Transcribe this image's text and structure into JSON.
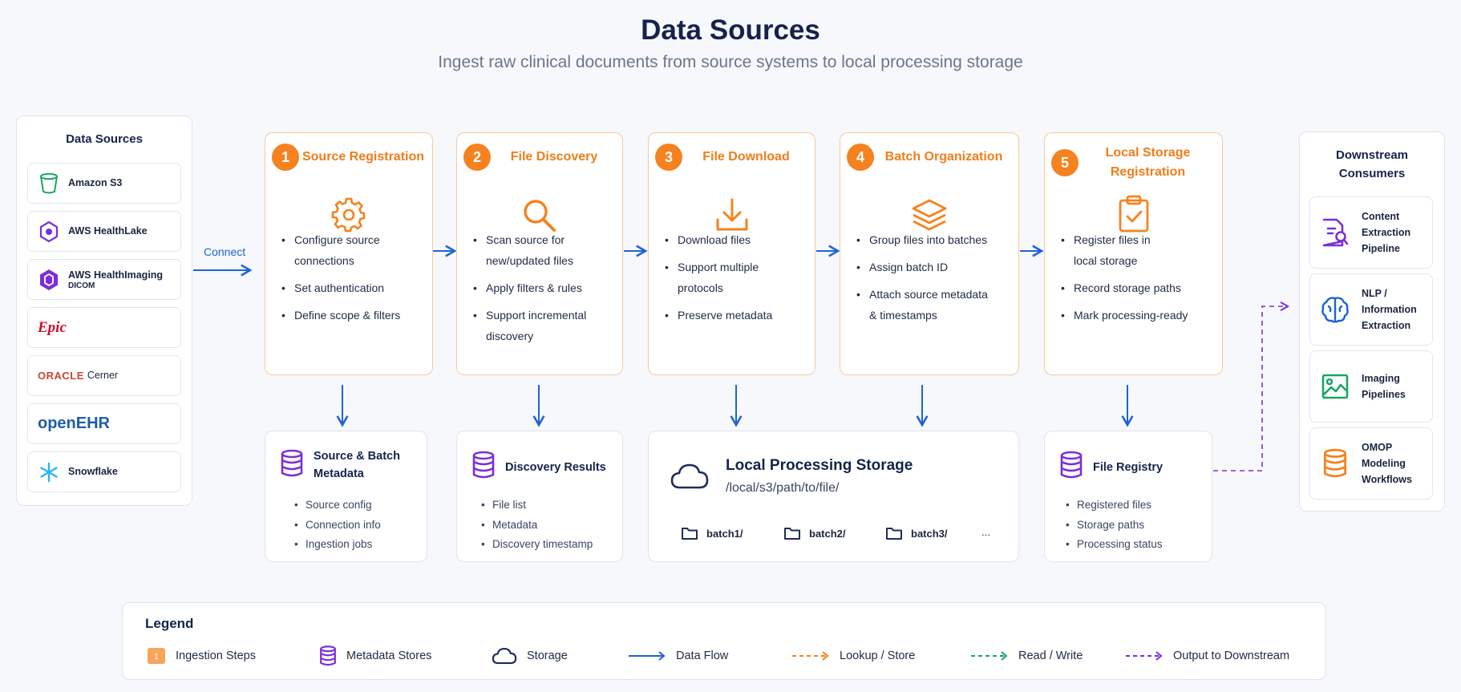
{
  "header": {
    "title": "Data Sources",
    "subtitle": "Ingest raw clinical documents from source systems to local processing storage"
  },
  "sources": {
    "title": "Data Sources",
    "items": [
      {
        "label": "Amazon S3",
        "icon": "bucket-icon"
      },
      {
        "label": "AWS HealthLake",
        "icon": "healthlake-icon"
      },
      {
        "label": "AWS HealthImaging",
        "sub": "DICOM",
        "icon": "healthimaging-icon"
      },
      {
        "label": "Epic",
        "icon": "epic-logo"
      },
      {
        "label": "ORACLE",
        "label2": "Cerner",
        "icon": "oracle-cerner-logo"
      },
      {
        "label": "openEHR",
        "icon": "openehr-logo"
      },
      {
        "label": "Snowflake",
        "icon": "snowflake-icon"
      }
    ]
  },
  "connect_label": "Connect",
  "steps": [
    {
      "num": "1",
      "title": "Source Registration",
      "icon": "gear-icon",
      "bullets": [
        "Configure source connections",
        "Set authentication",
        "Define scope & filters"
      ]
    },
    {
      "num": "2",
      "title": "File Discovery",
      "icon": "search-icon",
      "bullets": [
        "Scan source for new/updated files",
        "Apply filters & rules",
        "Support incremental discovery"
      ]
    },
    {
      "num": "3",
      "title": "File Download",
      "icon": "download-icon",
      "bullets": [
        "Download files",
        "Support multiple protocols",
        "Preserve metadata"
      ]
    },
    {
      "num": "4",
      "title": "Batch Organization",
      "icon": "layers-icon",
      "bullets": [
        "Group files into batches",
        "Assign batch ID",
        "Attach source metadata & timestamps"
      ]
    },
    {
      "num": "5",
      "title": "Local Storage Registration",
      "icon": "clipboard-check-icon",
      "bullets": [
        "Register files in local storage",
        "Record storage paths",
        "Mark processing-ready"
      ]
    }
  ],
  "stores": {
    "source_batch": {
      "title": "Source & Batch Metadata",
      "items": [
        "Source config",
        "Connection info",
        "Ingestion jobs"
      ]
    },
    "discovery": {
      "title": "Discovery Results",
      "items": [
        "File list",
        "Metadata",
        "Discovery timestamp"
      ]
    },
    "local_storage": {
      "title": "Local Processing Storage",
      "path": "/local/s3/path/to/file/",
      "folders": [
        "batch1/",
        "batch2/",
        "batch3/",
        "..."
      ]
    },
    "registry": {
      "title": "File Registry",
      "items": [
        "Registered files",
        "Storage paths",
        "Processing status"
      ]
    }
  },
  "downstream": {
    "title": "Downstream Consumers",
    "items": [
      {
        "label": "Content Extraction Pipeline",
        "icon": "document-search-icon"
      },
      {
        "label": "NLP / Information Extraction",
        "icon": "brain-icon"
      },
      {
        "label": "Imaging Pipelines",
        "icon": "image-icon"
      },
      {
        "label": "OMOP Modeling Workflows",
        "icon": "database-icon"
      }
    ]
  },
  "legend": {
    "title": "Legend",
    "items": [
      {
        "label": "Ingestion Steps",
        "icon": "step-square"
      },
      {
        "label": "Metadata Stores",
        "icon": "database-icon"
      },
      {
        "label": "Storage",
        "icon": "cloud-icon"
      },
      {
        "label": "Data Flow",
        "icon": "solid-arrow"
      },
      {
        "label": "Lookup / Store",
        "icon": "dashed-orange-arrow"
      },
      {
        "label": "Read / Write",
        "icon": "dashed-green-arrow"
      },
      {
        "label": "Output to Downstream",
        "icon": "dashed-purple-arrow"
      }
    ]
  },
  "colors": {
    "accent_orange": "#f5821f",
    "flow_blue": "#1e63d6",
    "store_purple": "#7b2fd6",
    "read_green": "#1aa566",
    "title_navy": "#14234b"
  }
}
